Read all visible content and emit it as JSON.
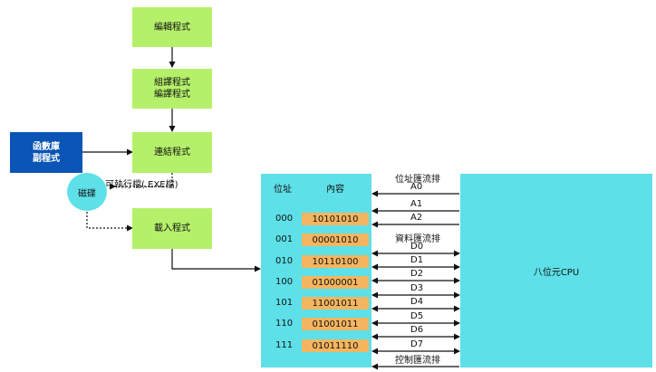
{
  "steps": {
    "edit": "編輯程式",
    "compile_line1": "組譯程式",
    "compile_line2": "編譯程式",
    "link": "連結程式",
    "load": "載入程式"
  },
  "library": {
    "line1": "函數庫",
    "line2": "副程式"
  },
  "disk": "磁碟",
  "executable_label": "可執行檔(.EXE檔)",
  "memory": {
    "address_header": "位址",
    "content_header": "內容",
    "rows": [
      {
        "address": "000",
        "content": "10101010"
      },
      {
        "address": "001",
        "content": "00001010"
      },
      {
        "address": "010",
        "content": "10110100"
      },
      {
        "address": "100",
        "content": "01000001"
      },
      {
        "address": "101",
        "content": "11001011"
      },
      {
        "address": "110",
        "content": "01001011"
      },
      {
        "address": "111",
        "content": "01011110"
      }
    ]
  },
  "buses": {
    "address_bus": "位址匯流排",
    "data_bus": "資料匯流排",
    "control_bus": "控制匯流排",
    "address_lines": [
      "A0",
      "A1",
      "A2"
    ],
    "data_lines": [
      "D0",
      "D1",
      "D2",
      "D3",
      "D4",
      "D5",
      "D6",
      "D7"
    ]
  },
  "cpu": "八位元CPU",
  "colors": {
    "step_box": "#b5f06a",
    "library_box": "#0a55b5",
    "memory_cpu": "#5ee0e8",
    "memory_cell": "#f4b560"
  }
}
